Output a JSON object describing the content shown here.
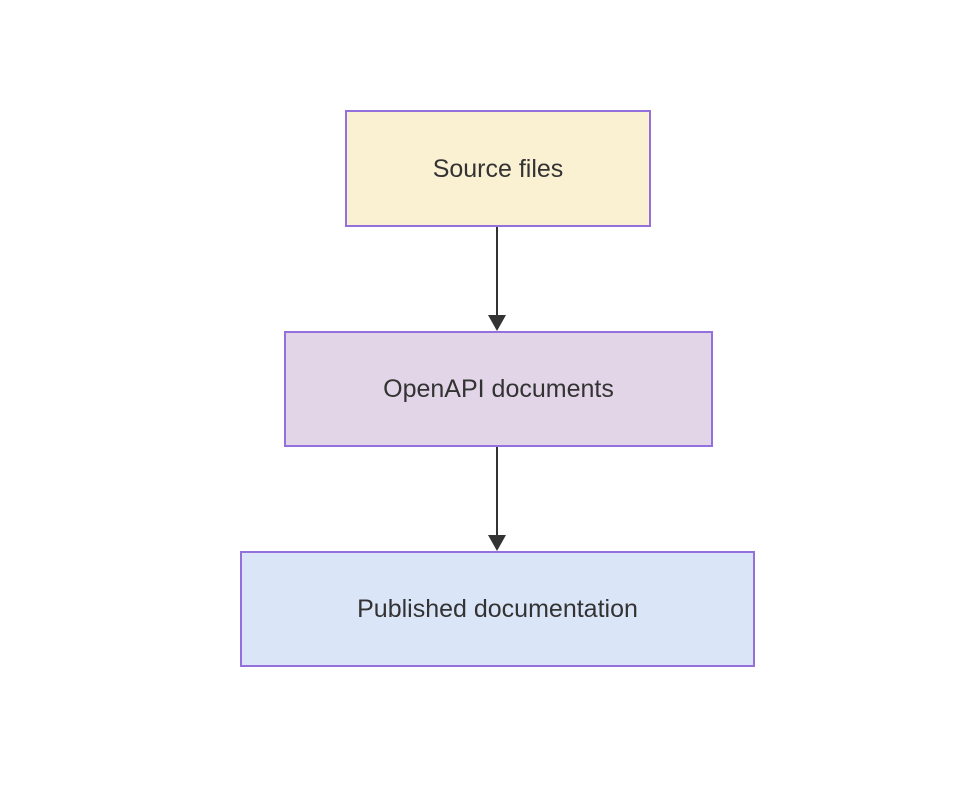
{
  "diagram": {
    "type": "flowchart-top-down",
    "background_color": "#ffffff",
    "text_color": "#333333",
    "border_color": "#9370DB",
    "arrow_color": "#333333",
    "nodes": [
      {
        "id": "source",
        "label": "Source files",
        "fill": "#faf0d2"
      },
      {
        "id": "openapi",
        "label": "OpenAPI documents",
        "fill": "#e1d5e7"
      },
      {
        "id": "published",
        "label": "Published documentation",
        "fill": "#dbe5f8"
      }
    ],
    "edges": [
      {
        "from": "source",
        "to": "openapi",
        "style": "solid-arrow"
      },
      {
        "from": "openapi",
        "to": "published",
        "style": "solid-arrow"
      }
    ]
  }
}
